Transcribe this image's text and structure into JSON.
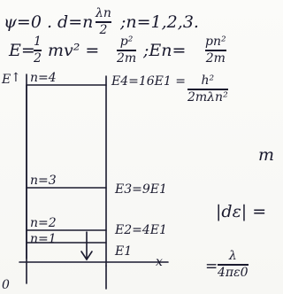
{
  "line1": {
    "lhs": "ψ=0 . d=n",
    "frac_num": "λn",
    "frac_den": "2",
    "rhs": ";n=1,2,3."
  },
  "line2": {
    "lhs": "E=",
    "half_num": "1",
    "half_den": "2",
    "mid": "mv² =",
    "f1_num": "p²",
    "f1_den": "2m",
    "sep": ";En=",
    "f2_num": "pn²",
    "f2_den": "2m"
  },
  "diagram": {
    "axis_label": "E",
    "arrow_char": "↑",
    "level_4": "n=4",
    "level_3": "n=3",
    "level_2": "n=2",
    "level_1": "n=1",
    "e4_lhs": "E4=16E1 =",
    "e4_num": "h²",
    "e4_den": "2mλn²",
    "e3": "E3=9E1",
    "e2": "E2=4E1",
    "e1": "E1",
    "x_label": "x",
    "origin": "0"
  },
  "right": {
    "m_fragment": "m",
    "de_text": "|dε| =",
    "lambda_num": "λ",
    "lambda_den": "4πε0"
  }
}
